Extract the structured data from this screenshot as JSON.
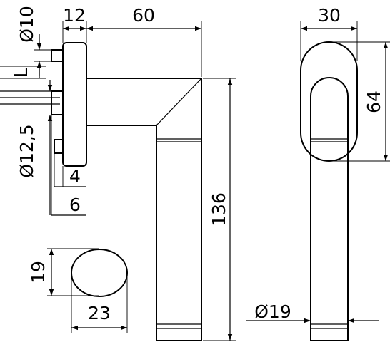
{
  "dimensions": {
    "rose_width": "12",
    "lever_length": "60",
    "total_height": "136",
    "rose_diameter": "Ø10",
    "spindle_length": "L",
    "spindle_diameter": "Ø12,5",
    "screw_offset_4": "4",
    "screw_offset_6": "6",
    "rose_front_width": "30",
    "rose_front_height": "64",
    "grip_diameter": "Ø19",
    "oval_height": "19",
    "oval_width": "23"
  }
}
